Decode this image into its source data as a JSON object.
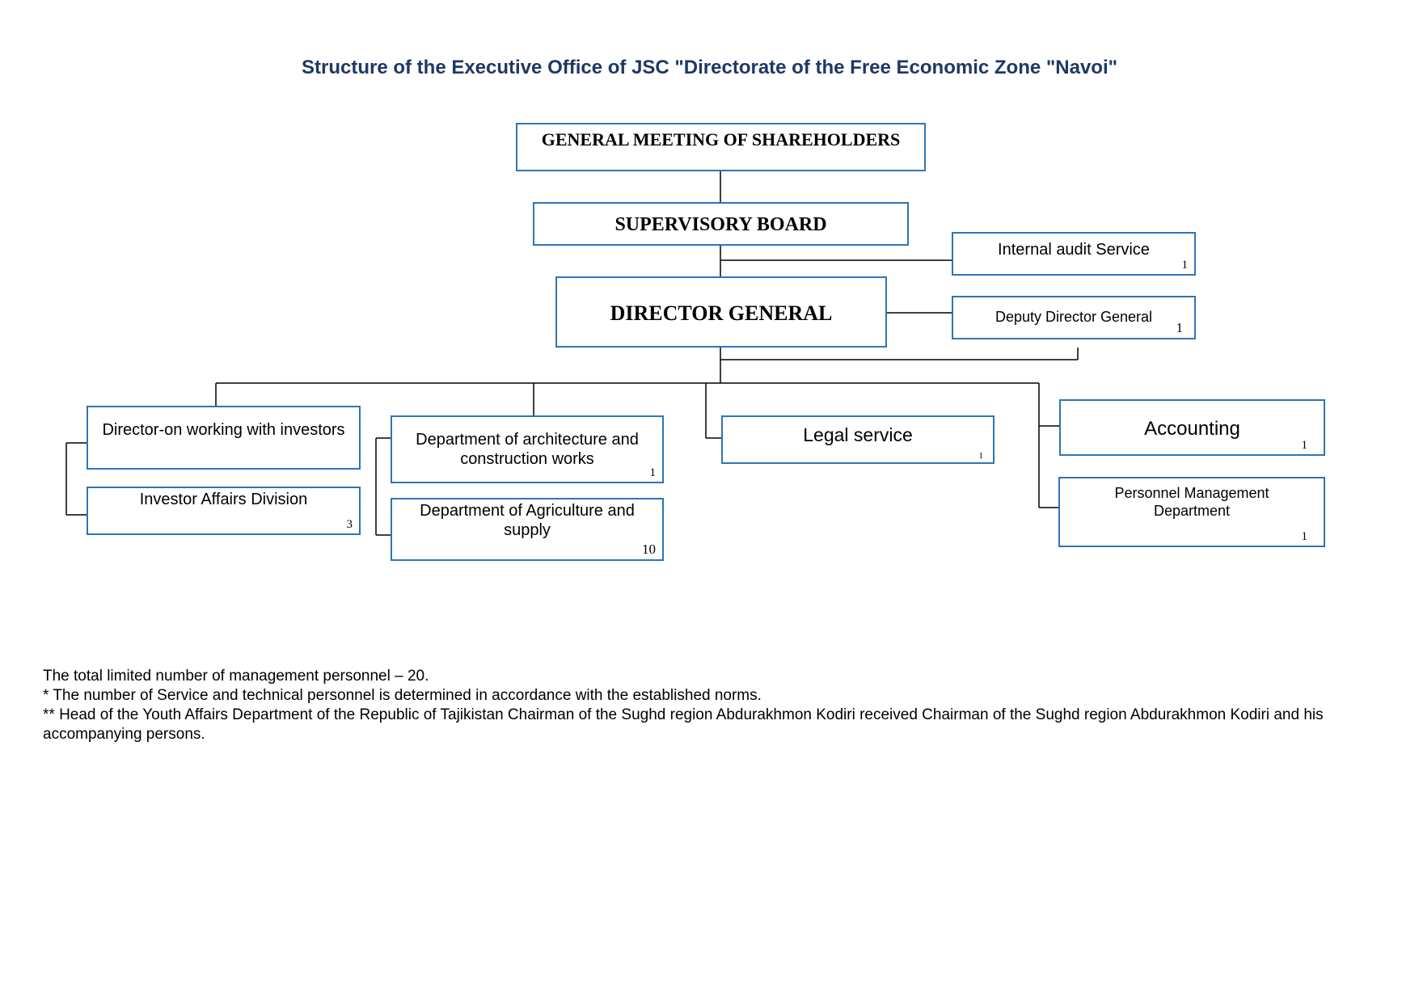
{
  "title": "Structure of the Executive Office of JSC \"Directorate of the Free Economic Zone \"Navoi\"",
  "colors": {
    "title": "#1f3864",
    "box_border": "#2e75b6",
    "lines": "#000000"
  },
  "boxes": {
    "general_meeting": {
      "label": "GENERAL MEETING OF SHAREHOLDERS"
    },
    "supervisory_board": {
      "label": "SUPERVISORY BOARD"
    },
    "director_general": {
      "label": "DIRECTOR GENERAL"
    },
    "internal_audit": {
      "label": "Internal audit Service",
      "count": "1"
    },
    "deputy_director": {
      "label": "Deputy Director General",
      "count": "1"
    },
    "director_investors": {
      "label": "Director-on working with investors"
    },
    "investor_affairs": {
      "label": "Investor Affairs Division",
      "count": "3"
    },
    "architecture": {
      "label": "Department of architecture and construction works",
      "count": "1"
    },
    "agriculture": {
      "label": "Department of Agriculture and supply",
      "count": "10"
    },
    "legal": {
      "label": "Legal service",
      "count": "1"
    },
    "accounting": {
      "label": "Accounting",
      "count": "1"
    },
    "personnel": {
      "label": "Personnel Management Department",
      "count": "1"
    }
  },
  "notes": {
    "total": "The total limited number of management personnel – 20.",
    "note1": "* The number of Service and technical personnel is determined in accordance with the established norms.",
    "note2": "** Head of the Youth Affairs Department of the Republic of Tajikistan Chairman of the Sughd region Abdurakhmon Kodiri received Chairman of the Sughd region Abdurakhmon Kodiri and his accompanying persons."
  }
}
